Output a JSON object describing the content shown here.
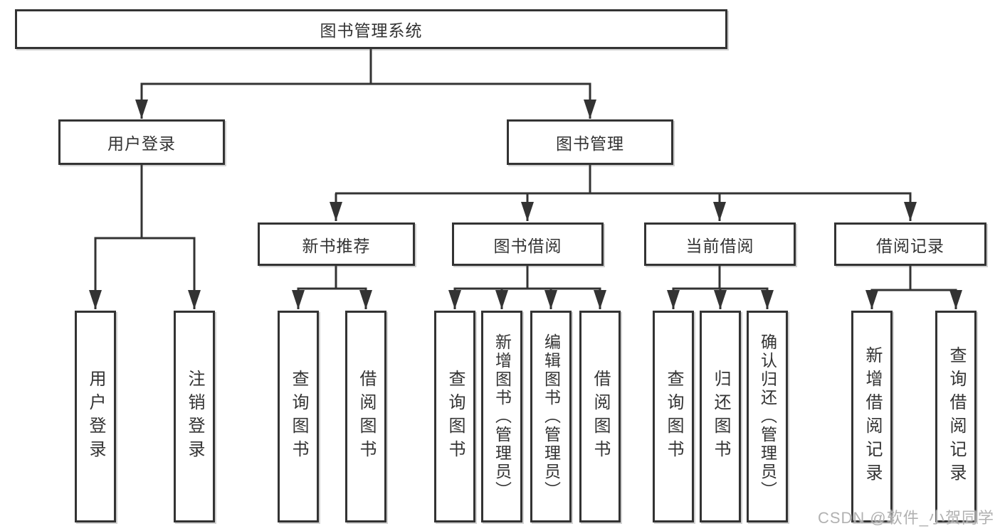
{
  "diagram": {
    "root": "图书管理系统",
    "level2": [
      "用户登录",
      "图书管理"
    ],
    "level3": [
      "新书推荐",
      "图书借阅",
      "当前借阅",
      "借阅记录"
    ],
    "groups": {
      "user_login_children": [
        "用户登录",
        "注销登录"
      ],
      "new_books_children": [
        "查询图书",
        "借阅图书"
      ],
      "book_borrow_children": [
        "查询图书",
        "新增图书（管理员）",
        "编辑图书（管理员）",
        "借阅图书"
      ],
      "current_borrow_children": [
        "查询图书",
        "归还图书",
        "确认归还（管理员）"
      ],
      "borrow_records_children": [
        "新增借阅记录",
        "查询借阅记录"
      ]
    },
    "line_color": "#333333"
  },
  "watermark": "CSDN @软件_小贺同学"
}
